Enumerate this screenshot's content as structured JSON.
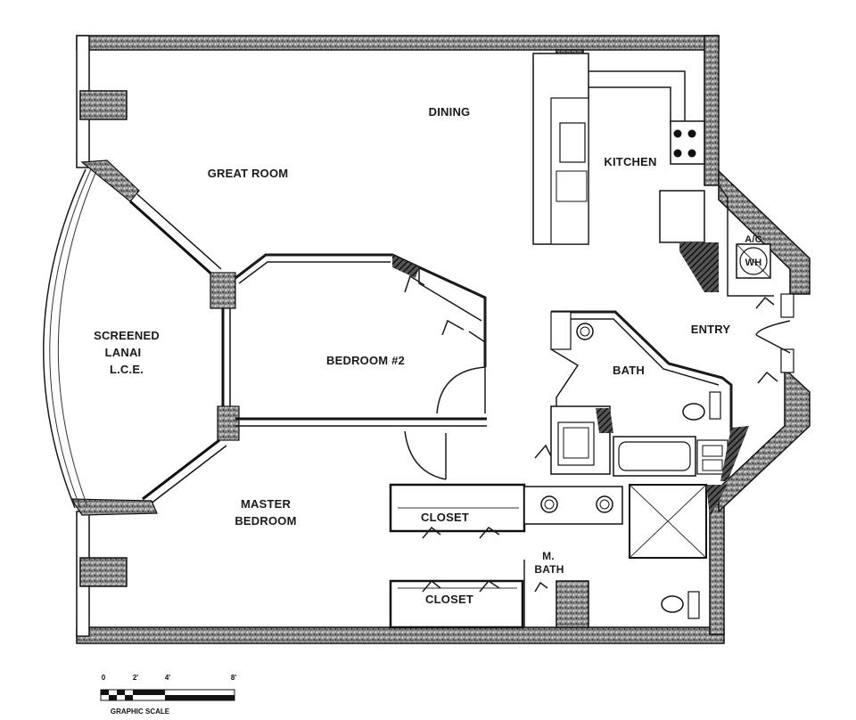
{
  "rooms": {
    "great_room": "GREAT ROOM",
    "dining": "DINING",
    "kitchen": "KITCHEN",
    "ac": "A/C",
    "wh": "WH",
    "entry": "ENTRY",
    "screened_lanai": [
      "SCREENED",
      "LANAI",
      "L.C.E."
    ],
    "bedroom2": "BEDROOM #2",
    "bath": "BATH",
    "master_bedroom": [
      "MASTER",
      "BEDROOM"
    ],
    "closet_upper": "CLOSET",
    "closet_lower": "CLOSET",
    "m_bath": [
      "M.",
      "BATH"
    ]
  },
  "scale": {
    "ticks": [
      "0",
      "2'",
      "4'",
      "8'"
    ],
    "caption": "GRAPHIC SCALE"
  }
}
